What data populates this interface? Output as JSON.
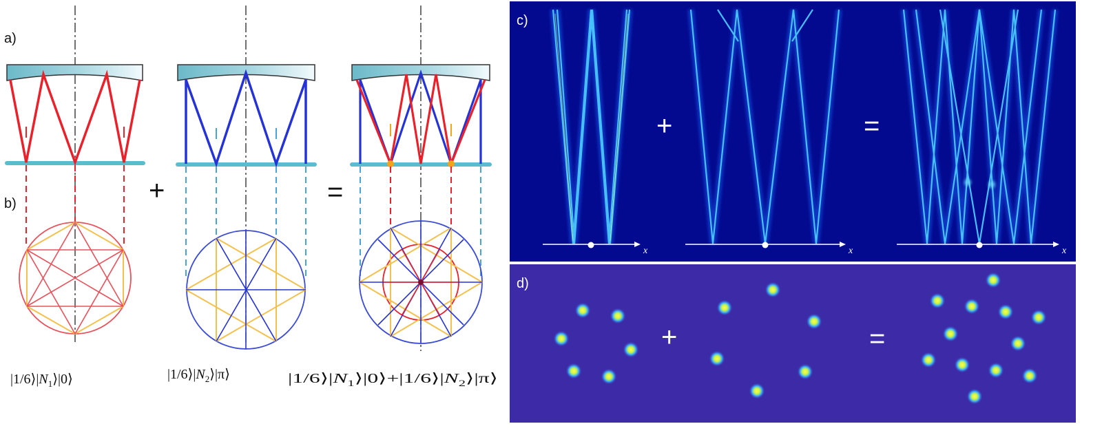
{
  "labels": {
    "a": "a)",
    "b": "b)",
    "c": "c)",
    "d": "d)"
  },
  "operators": {
    "plus": "+",
    "equals": "="
  },
  "axis_label": "x",
  "states": [
    {
      "name": "state-1",
      "pre": "|1/6⟩|",
      "N": "N",
      "sub": "1",
      "post": "⟩|0⟩"
    },
    {
      "name": "state-2",
      "pre": "|1/6⟩|",
      "N": "N",
      "sub": "2",
      "post": "⟩|π⟩"
    },
    {
      "name": "state-sum",
      "p1_pre": "|1/6⟩|",
      "p1_N": "N",
      "p1_sub": "1",
      "p1_post": "⟩|0⟩+",
      "p2_pre": "|1/6⟩|",
      "p2_N": "N",
      "p2_sub": "2",
      "p2_post": "⟩|π⟩"
    }
  ],
  "colors": {
    "red_beam": "#e8212b",
    "blue_beam": "#2432d6",
    "yellow_line": "#f2c14e",
    "mirror_teal": "#5bbccf",
    "panel_c_bg": "#030a8f",
    "panel_d_bg": "#3c2aa6",
    "spot_core": "#f4ff3a",
    "spot_halo": "#2e9cff"
  }
}
